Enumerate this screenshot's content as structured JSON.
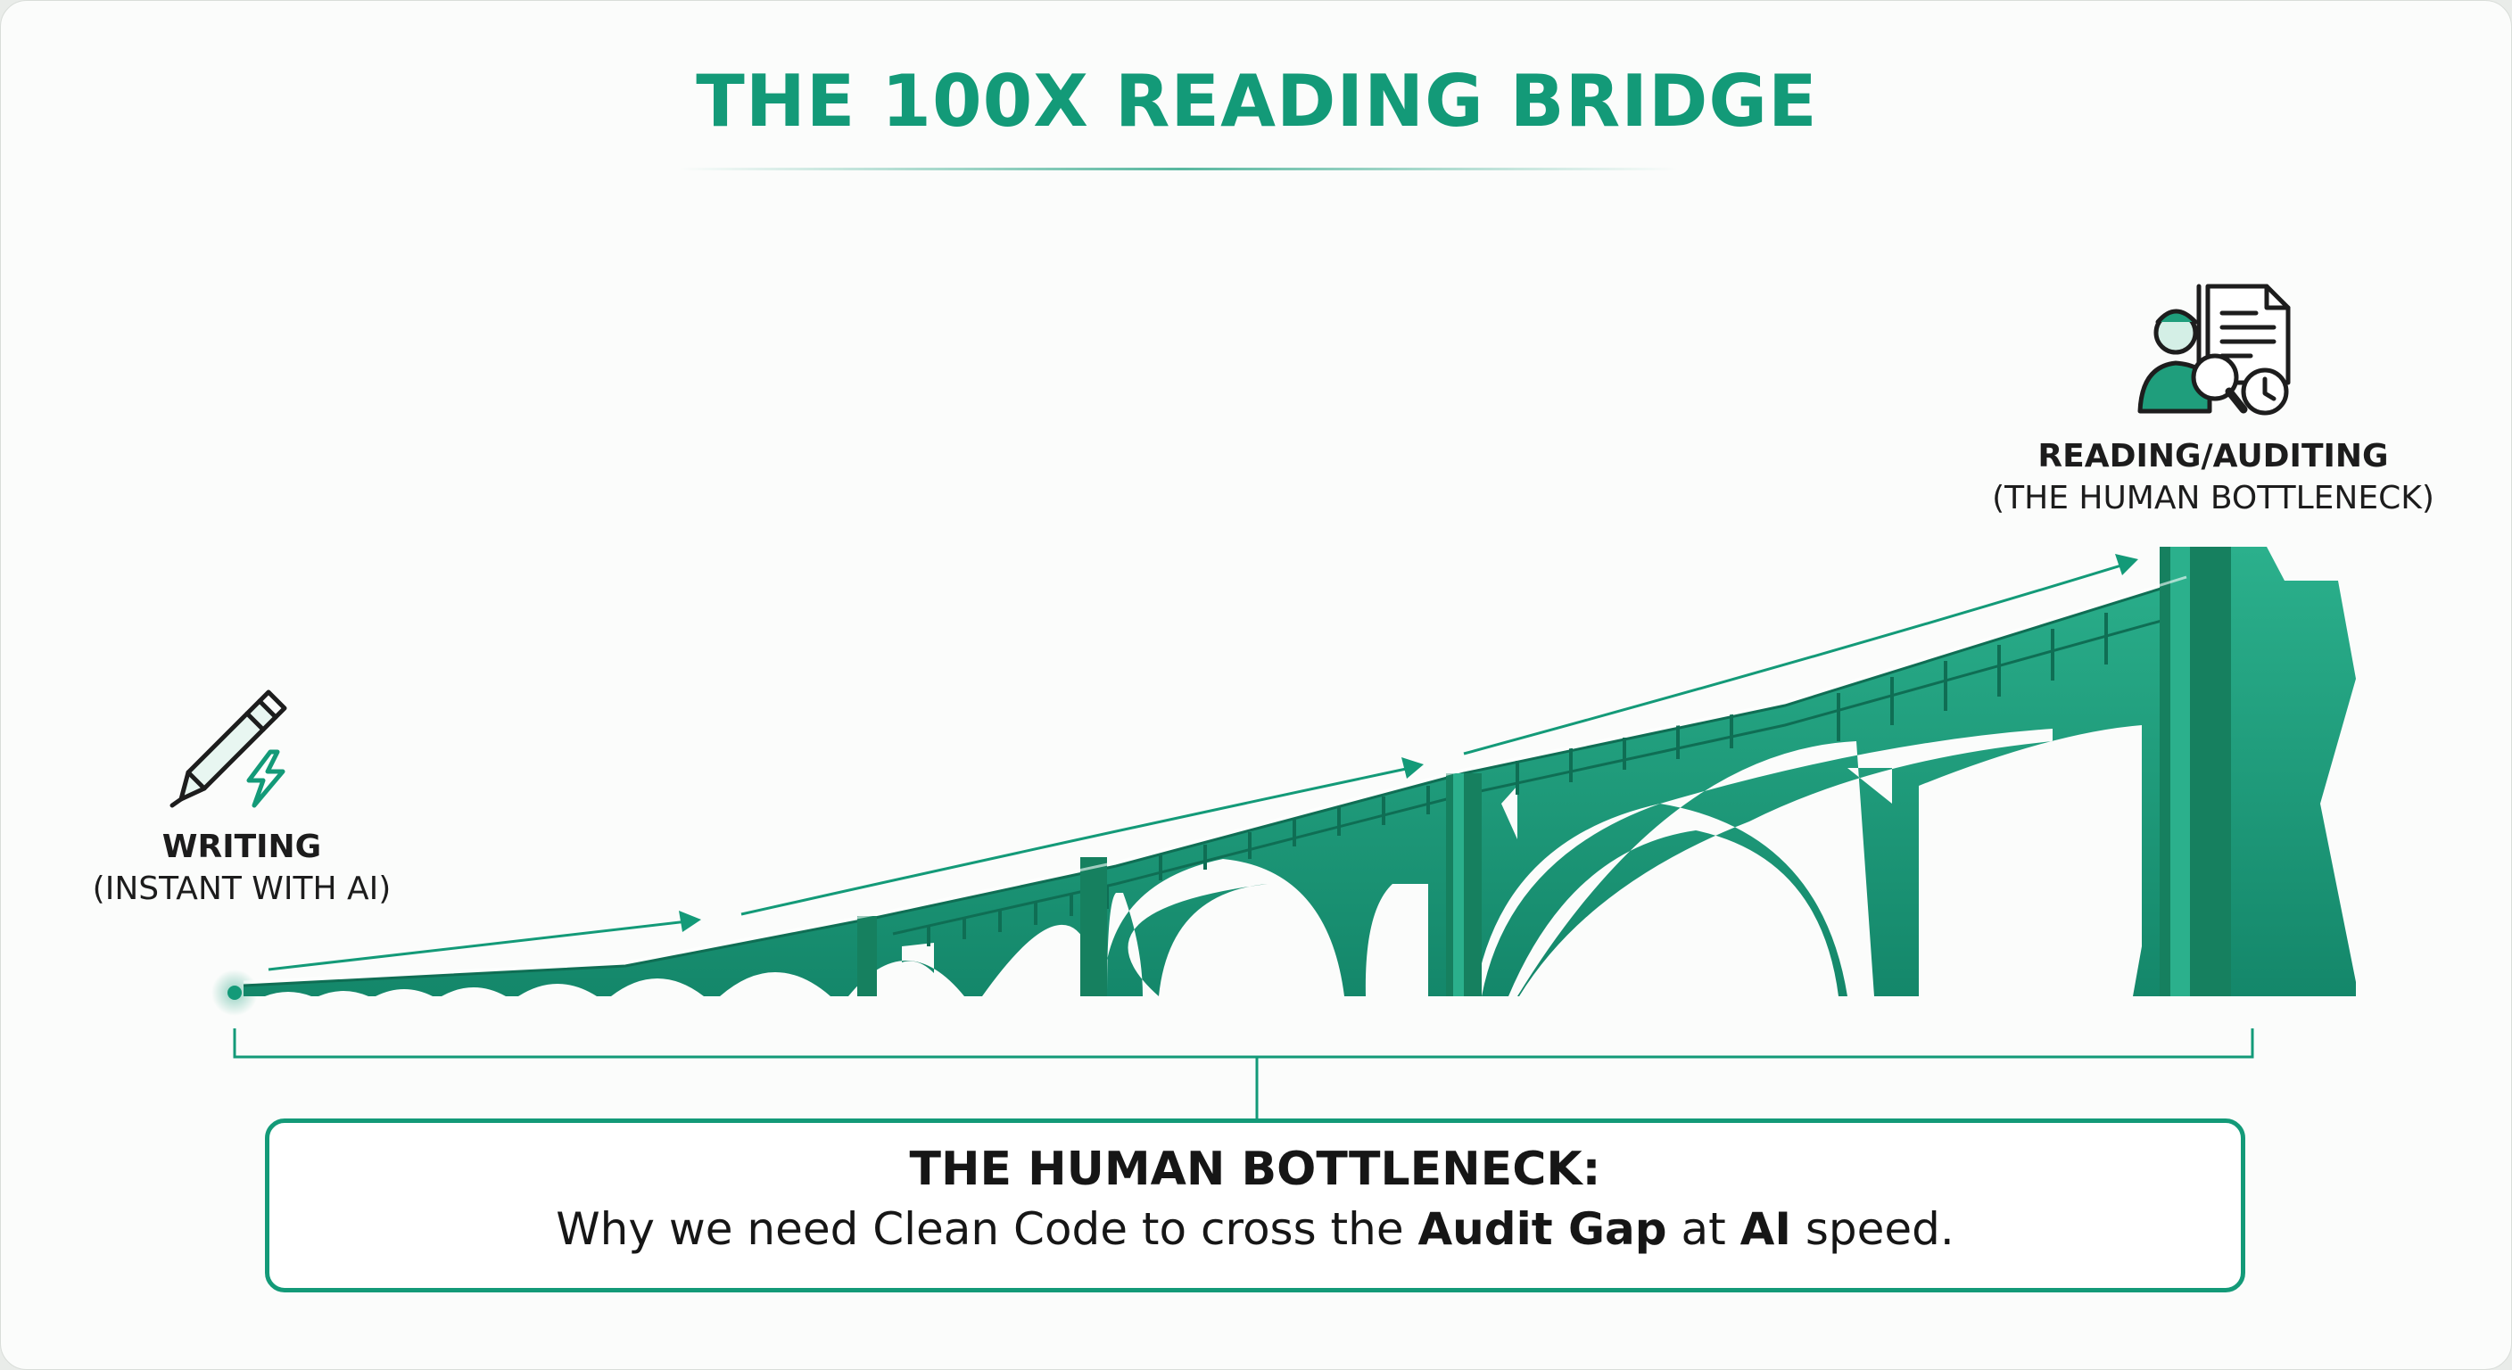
{
  "title": "THE 100X READING BRIDGE",
  "writing": {
    "heading": "WRITING",
    "subheading": "(INSTANT WITH AI)",
    "icon": "pen-lightning-icon"
  },
  "reading": {
    "heading": "READING/AUDITING",
    "subheading": "(THE HUMAN BOTTLENECK)",
    "icon": "auditor-magnifier-document-icon"
  },
  "callout": {
    "heading": "THE HUMAN BOTTLENECK:",
    "body_1": "Why we need Clean Code to cross the ",
    "body_bold_1": "Audit Gap",
    "body_2": " at ",
    "body_bold_2": "AI",
    "body_3": " speed."
  },
  "colors": {
    "accent": "#139a78",
    "bridge": "#1f9e7c",
    "bridge_dark": "#13785c",
    "text": "#161616"
  }
}
